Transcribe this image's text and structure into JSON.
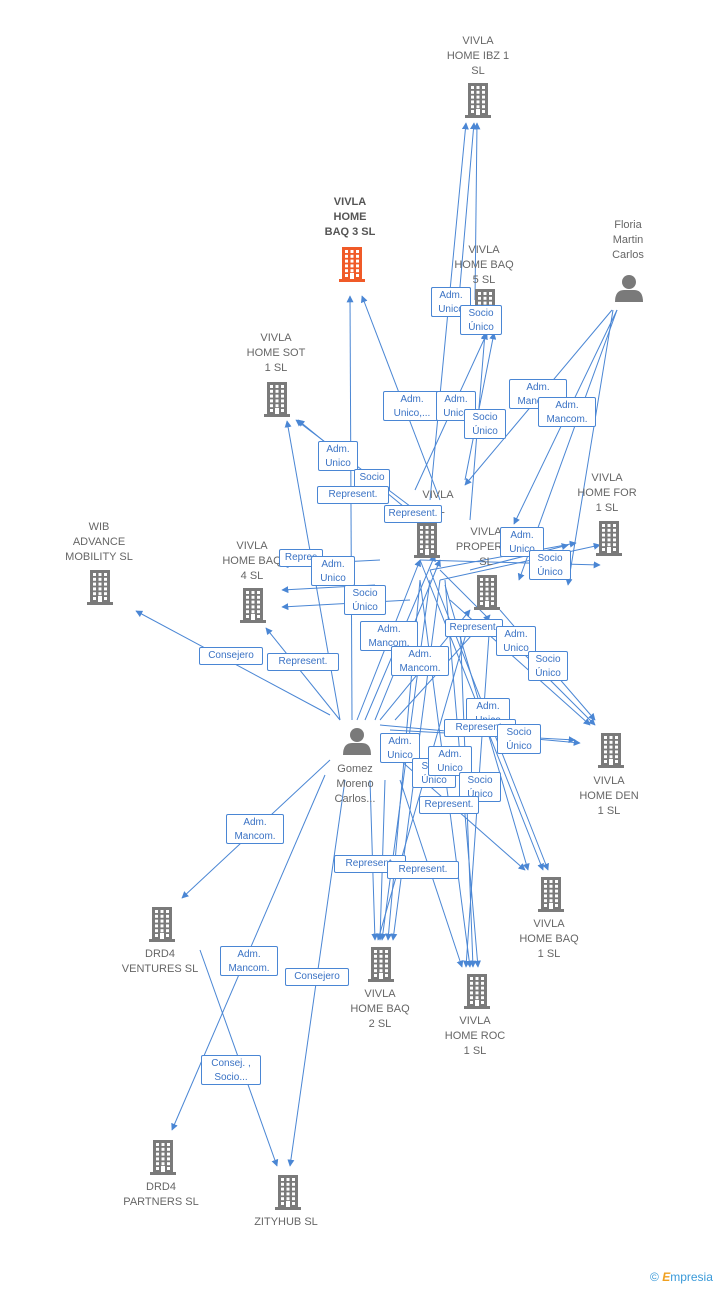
{
  "colors": {
    "edge": "#4a86d4",
    "building": "#7a7a7a",
    "highlight": "#f05a28",
    "person": "#7a7a7a"
  },
  "nodes": [
    {
      "id": "ibz",
      "kind": "company",
      "label": "VIVLA\nHOME IBZ 1\nSL"
    },
    {
      "id": "baq3",
      "kind": "company",
      "label": "VIVLA\nHOME\nBAQ 3  SL",
      "highlight": true
    },
    {
      "id": "baq5",
      "kind": "company",
      "label": "VIVLA\nHOME BAQ\n5  SL"
    },
    {
      "id": "floria",
      "kind": "person",
      "label": "Floria\nMartin\nCarlos"
    },
    {
      "id": "sot",
      "kind": "company",
      "label": "VIVLA\nHOME SOT\n1  SL"
    },
    {
      "id": "vivla",
      "kind": "company",
      "label": "VIVLA\nSL"
    },
    {
      "id": "for",
      "kind": "company",
      "label": "VIVLA\nHOME FOR\n1  SL"
    },
    {
      "id": "wib",
      "kind": "company",
      "label": "WIB\nADVANCE\nMOBILITY  SL"
    },
    {
      "id": "baq4",
      "kind": "company",
      "label": "VIVLA\nHOME BAQ\n4  SL"
    },
    {
      "id": "prop",
      "kind": "company",
      "label": "VIVLA\nPROPERTY\nSL"
    },
    {
      "id": "gomez",
      "kind": "person",
      "label": "Gomez\nMoreno\nCarlos..."
    },
    {
      "id": "den",
      "kind": "company",
      "label": "VIVLA\nHOME DEN\n1  SL"
    },
    {
      "id": "baq1",
      "kind": "company",
      "label": "VIVLA\nHOME BAQ\n1  SL"
    },
    {
      "id": "drd4v",
      "kind": "company",
      "label": "DRD4\nVENTURES  SL"
    },
    {
      "id": "baq2",
      "kind": "company",
      "label": "VIVLA\nHOME BAQ\n2  SL"
    },
    {
      "id": "roc",
      "kind": "company",
      "label": "VIVLA\nHOME ROC\n1  SL"
    },
    {
      "id": "drd4p",
      "kind": "company",
      "label": "DRD4\nPARTNERS  SL"
    },
    {
      "id": "zity",
      "kind": "company",
      "label": "ZITYHUB  SL"
    }
  ],
  "edge_labels": [
    "Adm.\nUnico,...",
    "Adm.\nUnico",
    "Socio\nÚnico",
    "Adm.\nUnico,...",
    "Adm.\nUnico",
    "Socio\nÚnico",
    "Adm.\nMancom.",
    "Adm.\nMancom.",
    "Adm.\nUnico",
    "Socio\n",
    "Represent.",
    "Represent.",
    "Adm.\nUnico",
    "Socio\nÚnico",
    "Repres",
    "Adm.\nUnico",
    "Socio\nÚnico",
    "Adm.\nMancom.",
    "Adm.\nMancom.",
    "Represent.",
    "Adm.\nUnico",
    "Socio\nÚnico",
    "Consejero",
    "Represent.",
    "Adm.\nUnico",
    "Represent.",
    "Socio\nÚnico",
    "Adm.\nUnico",
    "Socio\nÚnico",
    "Adm.\nUnico",
    "Socio\nÚnico",
    "Represent.",
    "Represent.",
    "Represent.",
    "Adm.\nMancom.",
    "Adm.\nMancom.",
    "Consejero",
    "Consej. ,\nSocio..."
  ],
  "footer": {
    "copyright": "©",
    "brand_e": "E",
    "brand_rest": "mpresia"
  }
}
